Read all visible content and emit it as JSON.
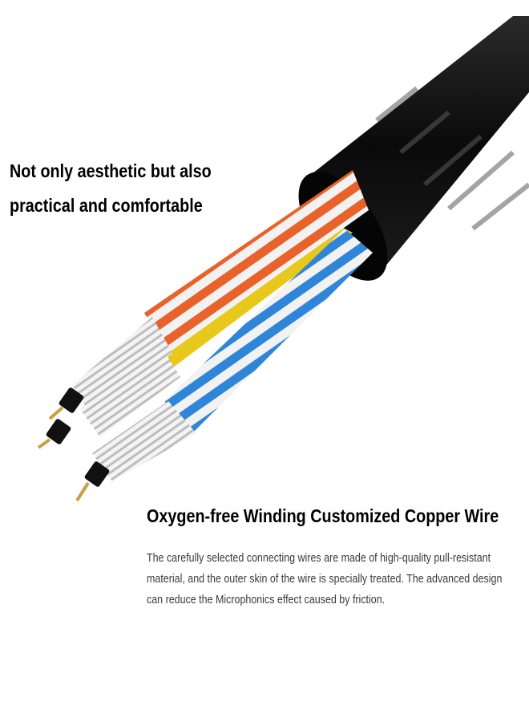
{
  "headline": "Not only aesthetic but also practical and comfortable",
  "feature": {
    "title": "Oxygen-free Winding Customized Copper Wire",
    "description": "The carefully selected connecting wires are made of high-quality pull-resistant material, and the outer skin of the wire is specially treated. The advanced design can reduce the Microphonics effect caused by friction."
  },
  "image": {
    "subject": "cable-cross-section-illustration"
  },
  "colors": {
    "background": "#ffffff",
    "jacket": "#0b0b0b",
    "wire_orange": "#e8622a",
    "wire_blue": "#2f86d8",
    "wire_yellow": "#e8c81a",
    "strand_silver": "#d8d8d8",
    "pin_gold": "#c9a040"
  }
}
